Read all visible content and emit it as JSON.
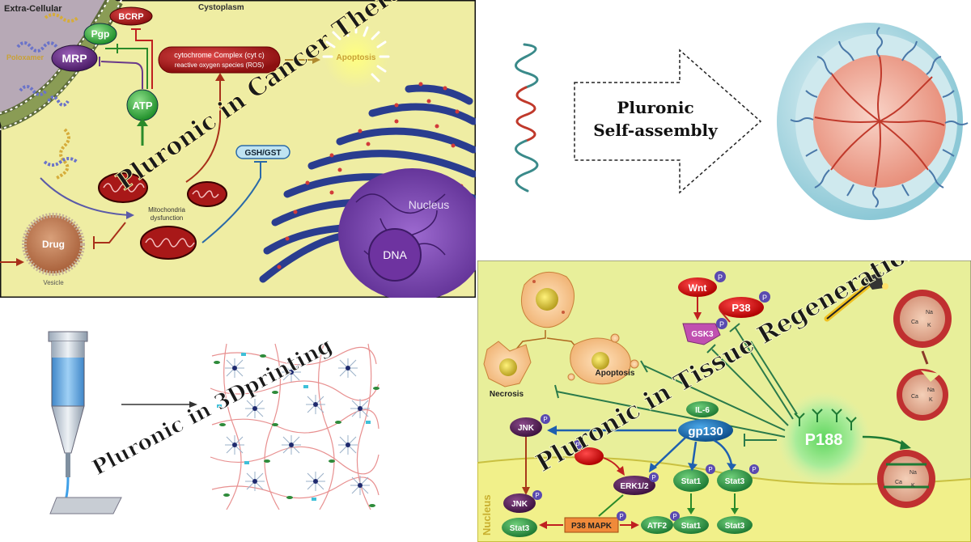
{
  "cancer": {
    "title": "Pluronic in Cancer Therapy",
    "extracellular": "Extra-Cellular",
    "cytoplasm": "Cystoplasm",
    "bcrp": "BCRP",
    "pgp": "Pgp",
    "mrp": "MRP",
    "poloxamer": "Poloxamer",
    "atp": "ATP",
    "cyt_line1": "cytochrome Complex (cyt c)",
    "cyt_line2": "reactive oxygen species (ROS)",
    "apoptosis": "Apoptosis",
    "gsh": "GSH/GST",
    "mito1": "Mitochondria",
    "mito2": "dysfunction",
    "nucleus": "Nucleus",
    "dna": "DNA",
    "drug": "Drug",
    "vesicle": "Vesicle"
  },
  "selfassembly": {
    "line1": "Pluronic",
    "line2": "Self-assembly"
  },
  "printing": {
    "title": "Pluronic in 3Dprinting"
  },
  "tissue": {
    "title": "Pluronic in Tissue Regeneration",
    "wnt": "Wnt",
    "p38": "P38",
    "gsk3": "GSK3",
    "p": "P",
    "apoptosis": "Apoptosis",
    "necrosis": "Necrosis",
    "il6": "IL-6",
    "gp130": "gp130",
    "p188": "P188",
    "jnk": "JNK",
    "erk": "ERK1/2",
    "stat1": "Stat1",
    "stat3": "Stat3",
    "nucleus": "Nucleus",
    "p38mapk": "P38 MAPK",
    "atf2": "ATF2",
    "na": "Na",
    "ca": "Ca",
    "k": "K"
  }
}
